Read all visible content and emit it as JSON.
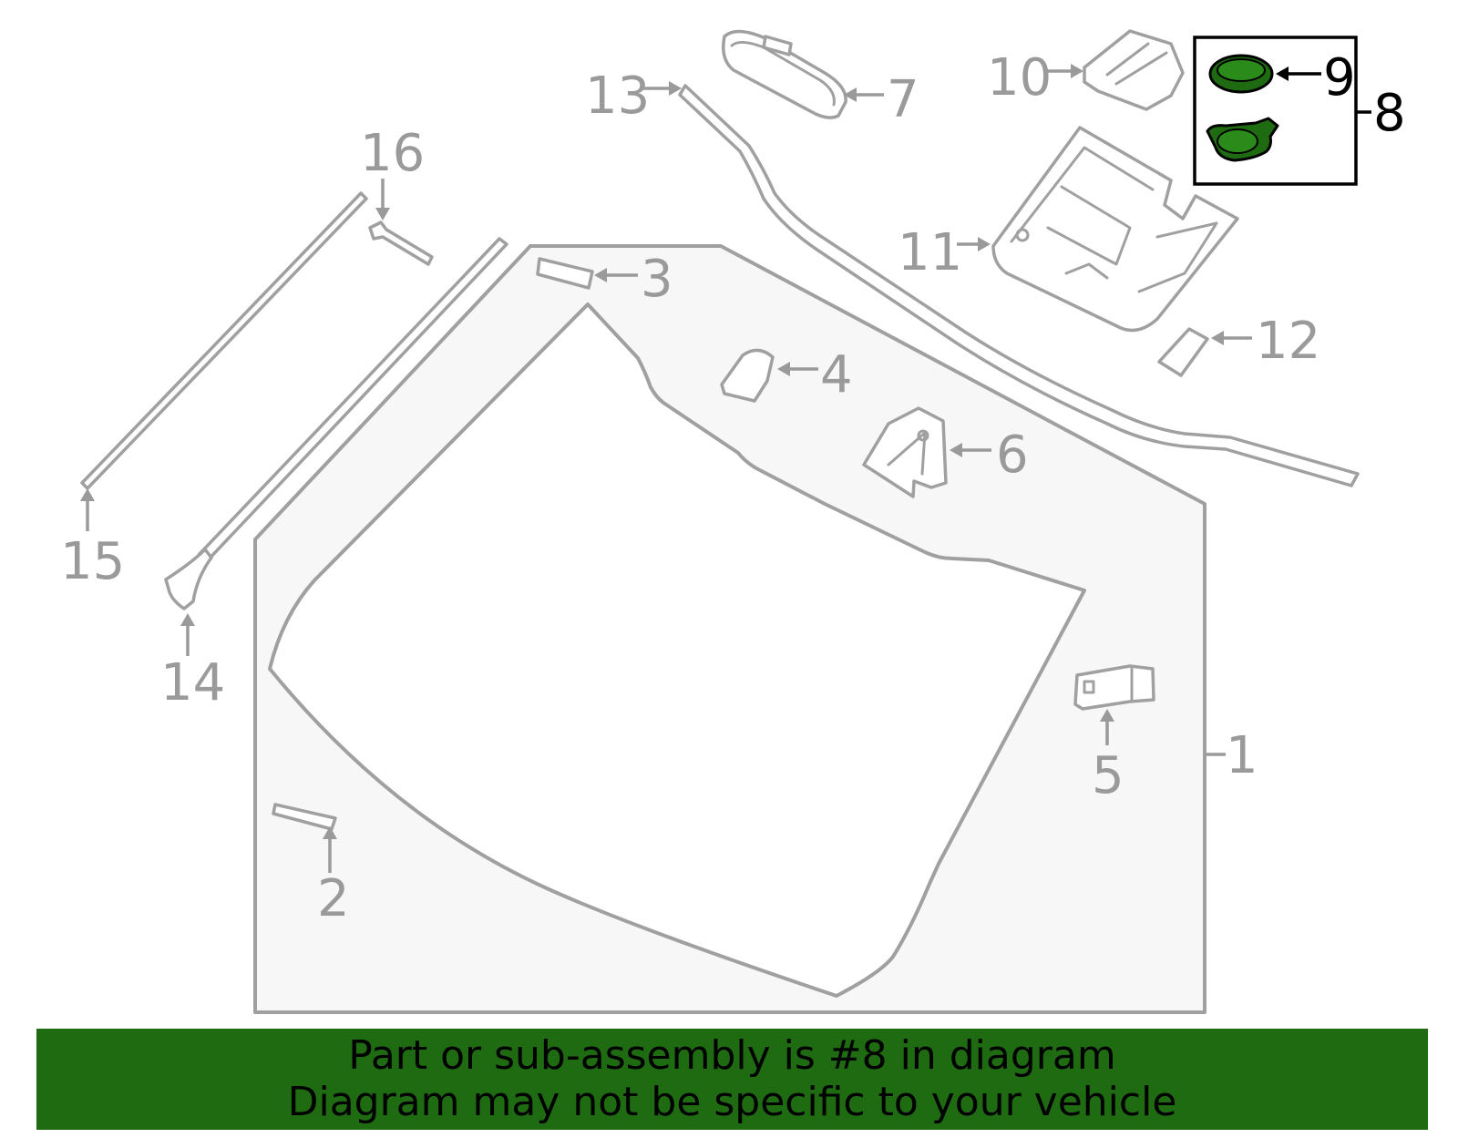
{
  "callouts": {
    "c1": "1",
    "c2": "2",
    "c3": "3",
    "c4": "4",
    "c5": "5",
    "c6": "6",
    "c7": "7",
    "c8": "8",
    "c9": "9",
    "c10": "10",
    "c11": "11",
    "c12": "12",
    "c13": "13",
    "c14": "14",
    "c15": "15",
    "c16": "16"
  },
  "highlighted_part": "8",
  "banner": {
    "line1": "Part or sub-assembly is #8 in diagram",
    "line2": "Diagram may not be specific to your vehicle"
  },
  "colors": {
    "highlight": "#1e6b12",
    "part_stroke": "#a0a0a0",
    "glass_panel": "#f7f7f7"
  }
}
